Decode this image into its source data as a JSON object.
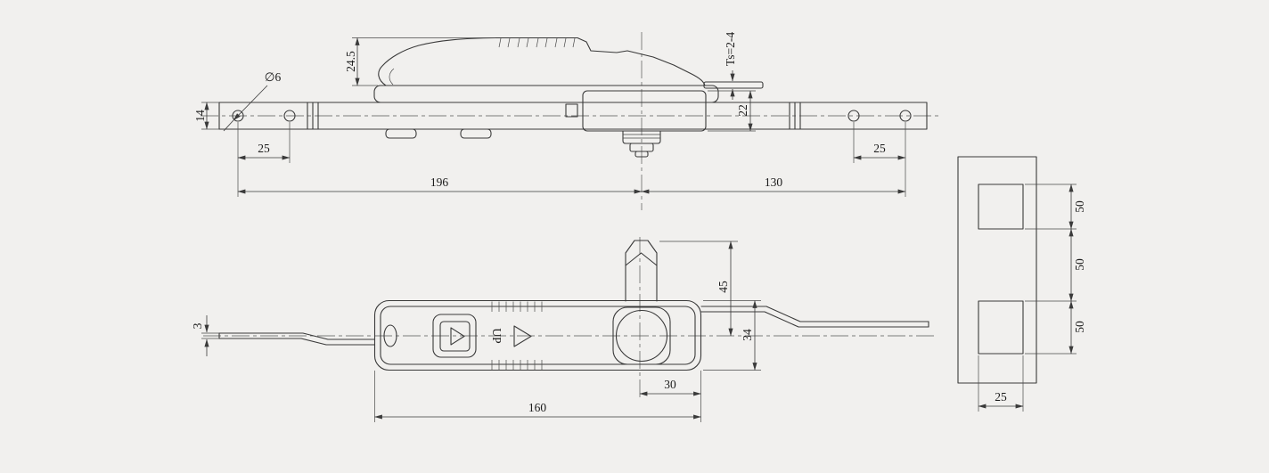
{
  "background_color": "#f1f0ee",
  "line_color": "#3a3a3a",
  "plate_fill": "#e8e6e2",
  "top_view": {
    "dims": {
      "hole_diameter": "∅6",
      "bar_width": "14",
      "handle_height": "24.5",
      "left_hole_pitch": "25",
      "span_left": "196",
      "span_right": "130",
      "right_hole_pitch": "25",
      "sheet_thickness": "Ts=2-4",
      "housing_depth": "22"
    }
  },
  "front_view": {
    "dims": {
      "rod_thickness": "3",
      "rod_extension": "45",
      "body_width": "34",
      "lock_offset": "30",
      "body_length": "160"
    },
    "labels": {
      "direction": "UP"
    }
  },
  "plate_view": {
    "dims": {
      "cutout_height_top": "50",
      "cutout_gap": "50",
      "cutout_height_bottom": "50",
      "cutout_width": "25"
    }
  }
}
